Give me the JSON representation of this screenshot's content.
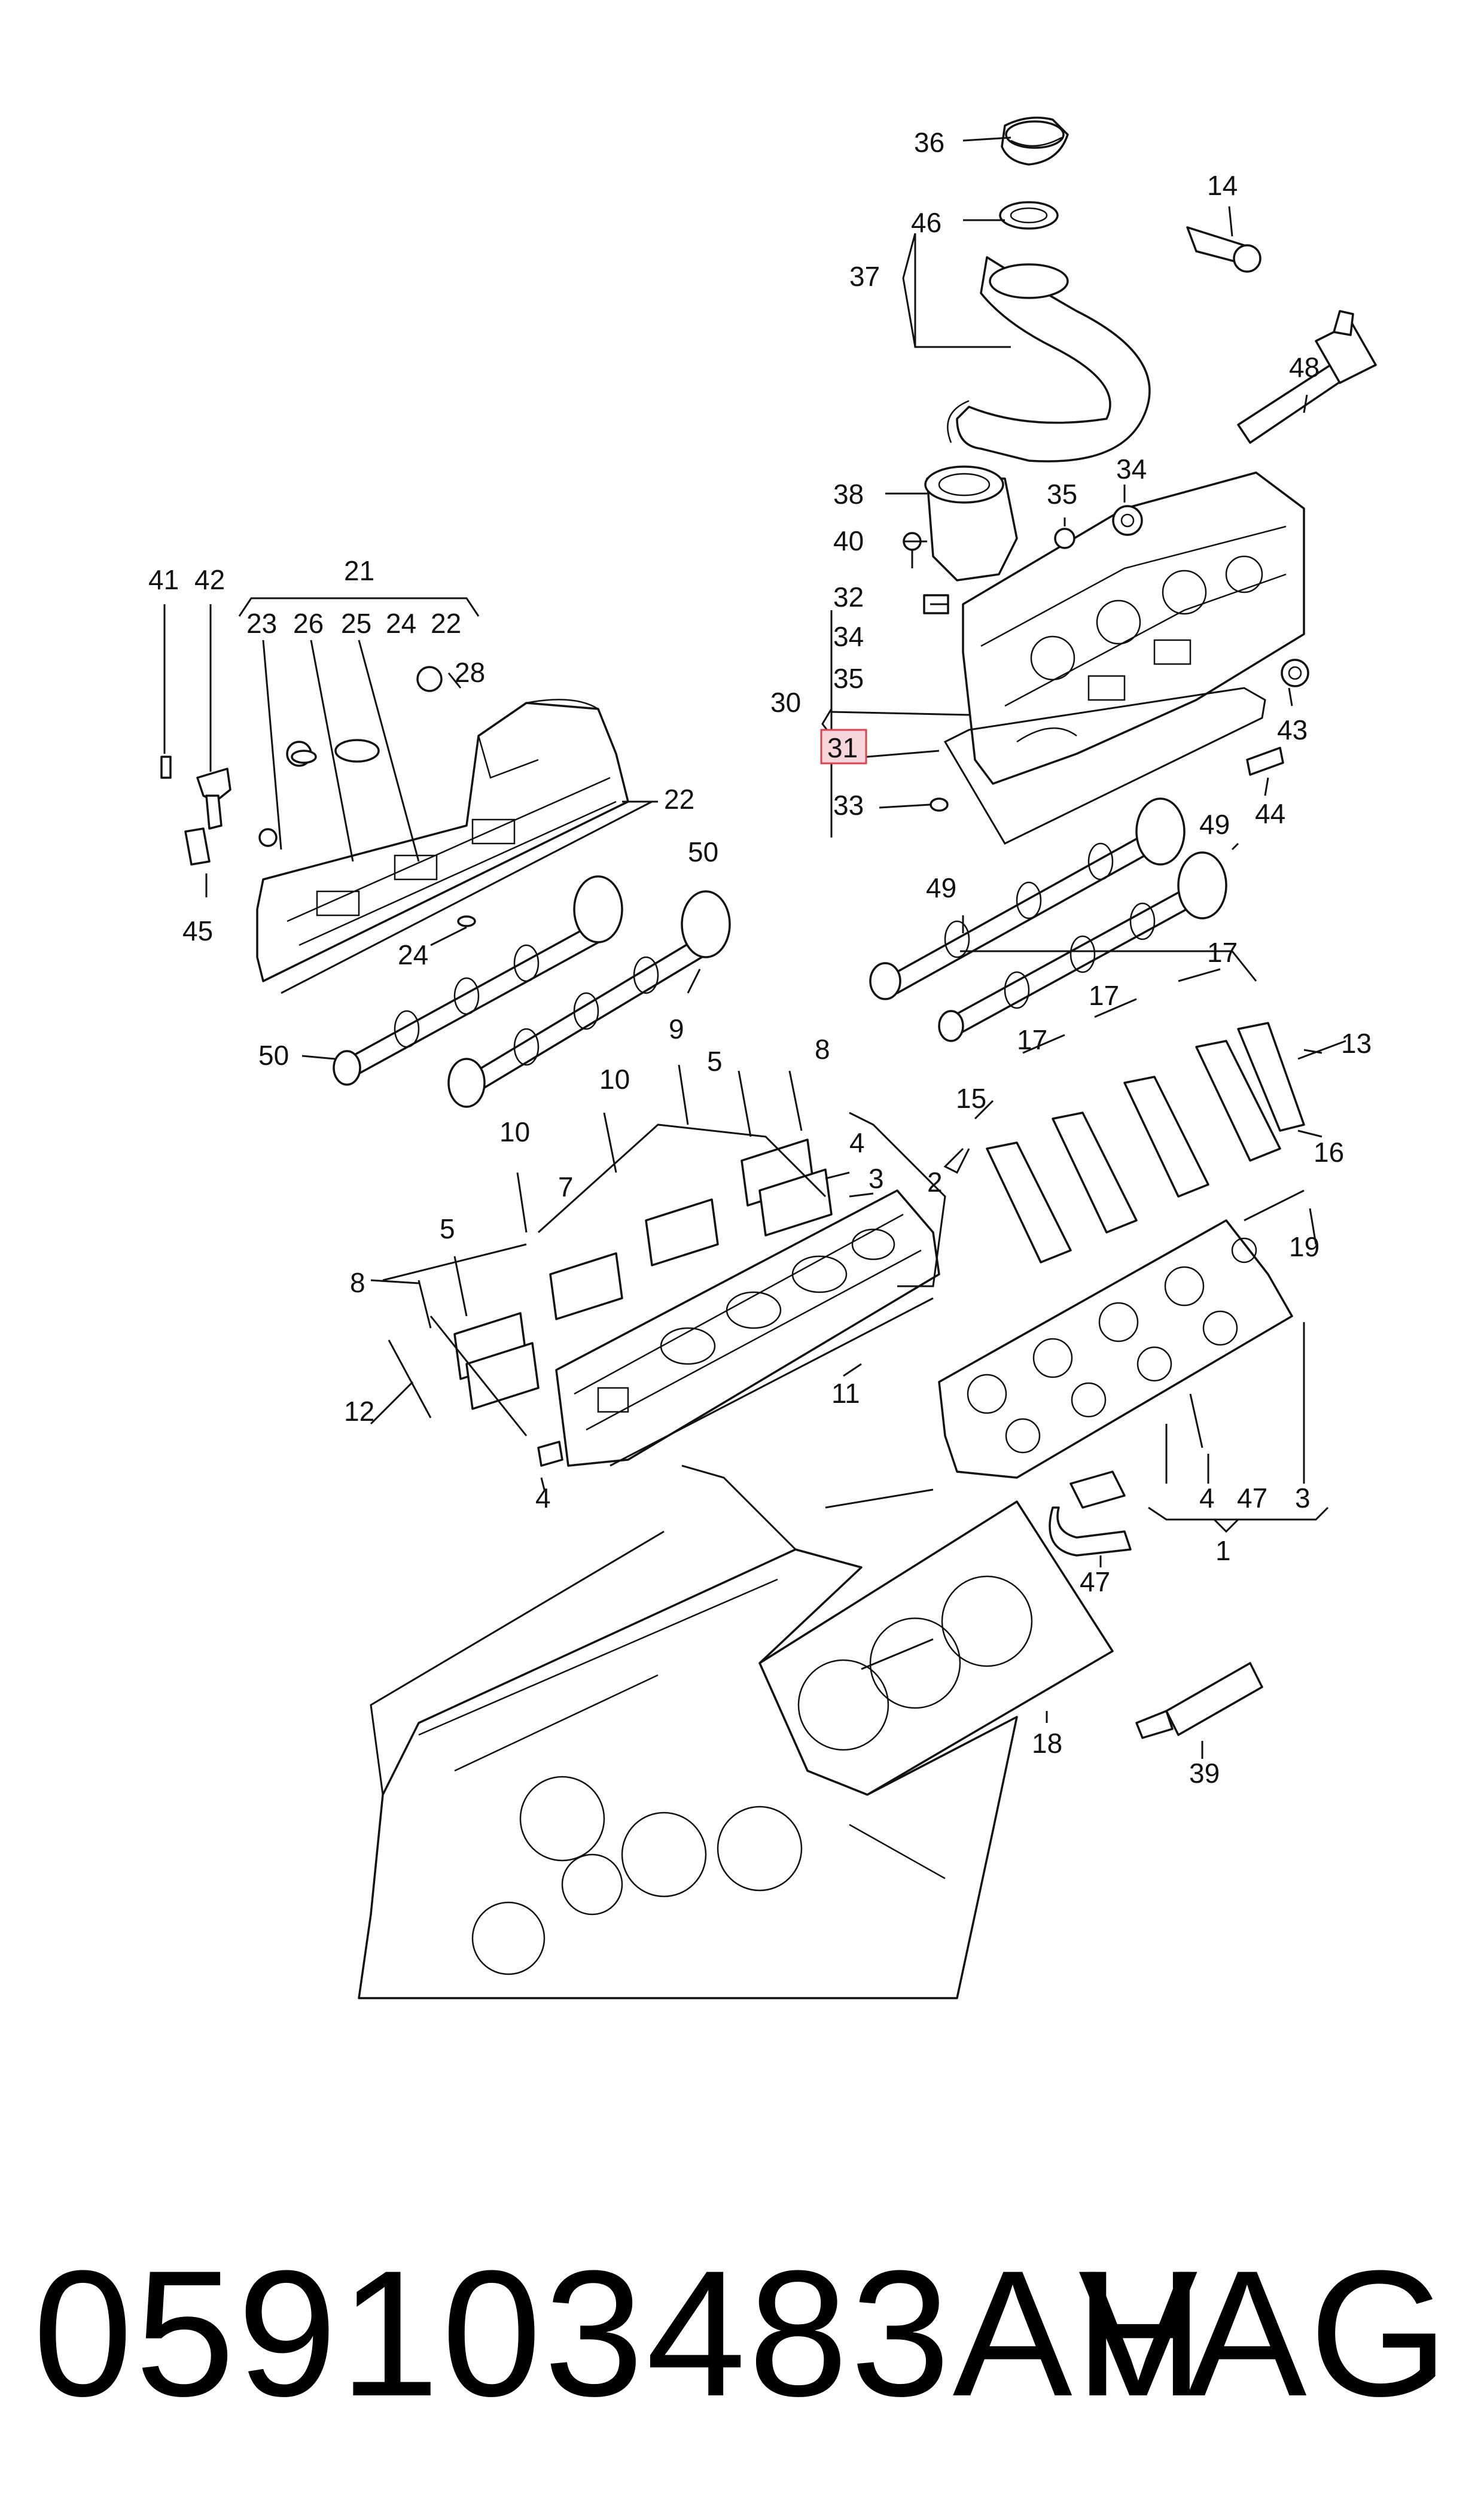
{
  "diagram": {
    "highlighted_callout": "31",
    "callouts": {
      "c36": "36",
      "c46": "46",
      "c37": "37",
      "c14": "14",
      "c48": "48",
      "c38": "38",
      "c35a": "35",
      "c34a": "34",
      "c40": "40",
      "c32": "32",
      "c34b": "34",
      "c35b": "35",
      "c30": "30",
      "c31": "31",
      "c33": "33",
      "c43": "43",
      "c44": "44",
      "c41": "41",
      "c42": "42",
      "c21": "21",
      "c23": "23",
      "c26": "26",
      "c25": "25",
      "c24a": "24",
      "c22a": "22",
      "c28": "28",
      "c22b": "22",
      "c45": "45",
      "c24b": "24",
      "c50a": "50",
      "c50b": "50",
      "c49a": "49",
      "c49b": "49",
      "c17a": "17",
      "c17b": "17",
      "c17c": "17",
      "c13": "13",
      "c15": "15",
      "c16": "16",
      "c9": "9",
      "c8a": "8",
      "c10a": "10",
      "c5a": "5",
      "c10b": "10",
      "c4a": "4",
      "c3a": "3",
      "c2": "2",
      "c7": "7",
      "c5b": "5",
      "c8b": "8",
      "c12": "12",
      "c11": "11",
      "c4b": "4",
      "c19": "19",
      "c4c": "4",
      "c47a": "47",
      "c3b": "3",
      "c1": "1",
      "c47b": "47",
      "c18": "18",
      "c39": "39"
    }
  },
  "footer": {
    "part_number": "059103483AH",
    "brand": "VAG"
  }
}
